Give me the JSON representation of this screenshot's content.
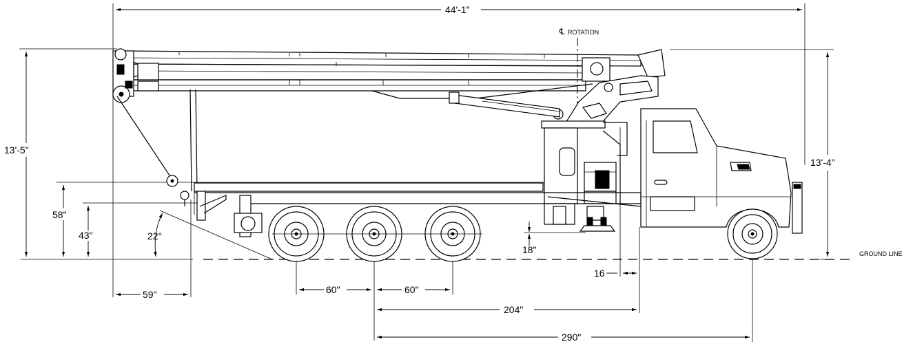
{
  "dimensions": {
    "overall_length": "44'-1\"",
    "overall_height": "13'-5\"",
    "cab_height": "13'-4\"",
    "outrigger_height_58": "58\"",
    "outrigger_height_43": "43\"",
    "departure_angle": "22°",
    "rear_overhang": "59\"",
    "axle_spacing_1": "60\"",
    "axle_spacing_2": "60\"",
    "outrigger_drop": "18\"",
    "outrigger_offset": "16",
    "wheelbase_204": "204\"",
    "wheelbase_290": "290\""
  },
  "annotations": {
    "rotation": "ROTATION",
    "rotation_symbol": "℄",
    "ground_line": "GROUND LINE"
  }
}
